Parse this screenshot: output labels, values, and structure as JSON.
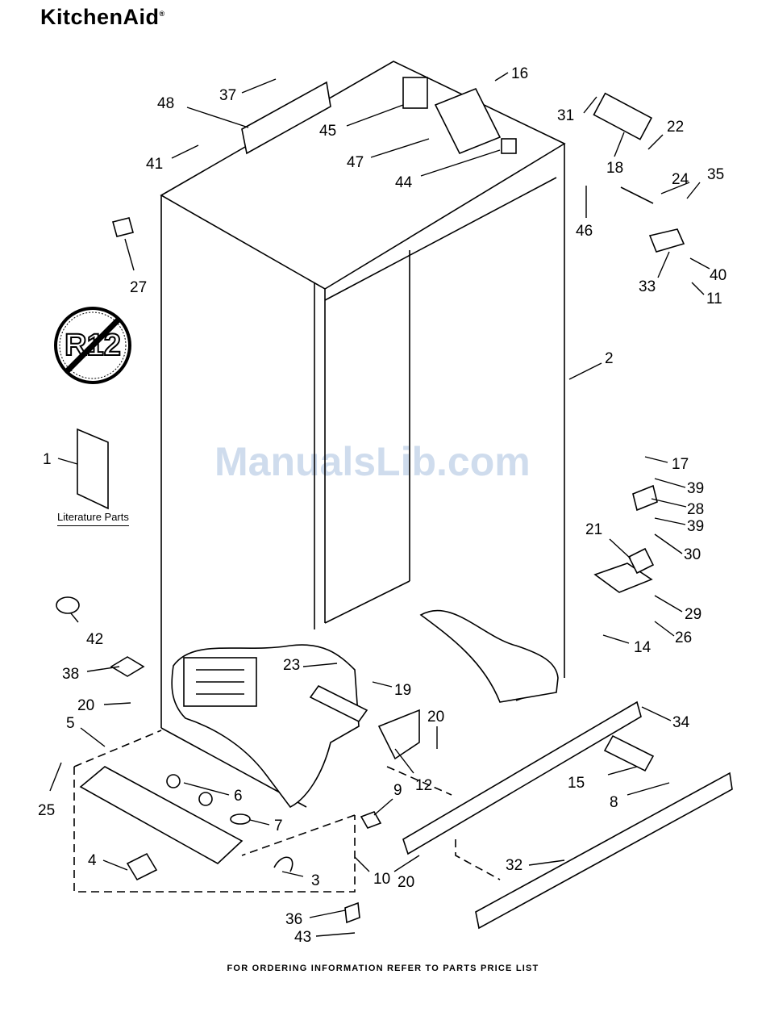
{
  "brand": {
    "name": "KitchenAid",
    "mark": "®"
  },
  "watermark": "ManualsLib.com",
  "r12_badge": "R12",
  "literature_label": "Literature Parts",
  "footer": "FOR ORDERING INFORMATION REFER TO PARTS PRICE LIST",
  "callouts": [
    "1",
    "2",
    "3",
    "4",
    "5",
    "6",
    "7",
    "8",
    "9",
    "10",
    "11",
    "12",
    "14",
    "15",
    "16",
    "17",
    "18",
    "19",
    "20",
    "20",
    "20",
    "21",
    "22",
    "23",
    "24",
    "25",
    "26",
    "27",
    "28",
    "29",
    "30",
    "31",
    "32",
    "33",
    "34",
    "35",
    "36",
    "37",
    "38",
    "39",
    "39",
    "40",
    "41",
    "42",
    "43",
    "44",
    "45",
    "46",
    "47",
    "48"
  ]
}
